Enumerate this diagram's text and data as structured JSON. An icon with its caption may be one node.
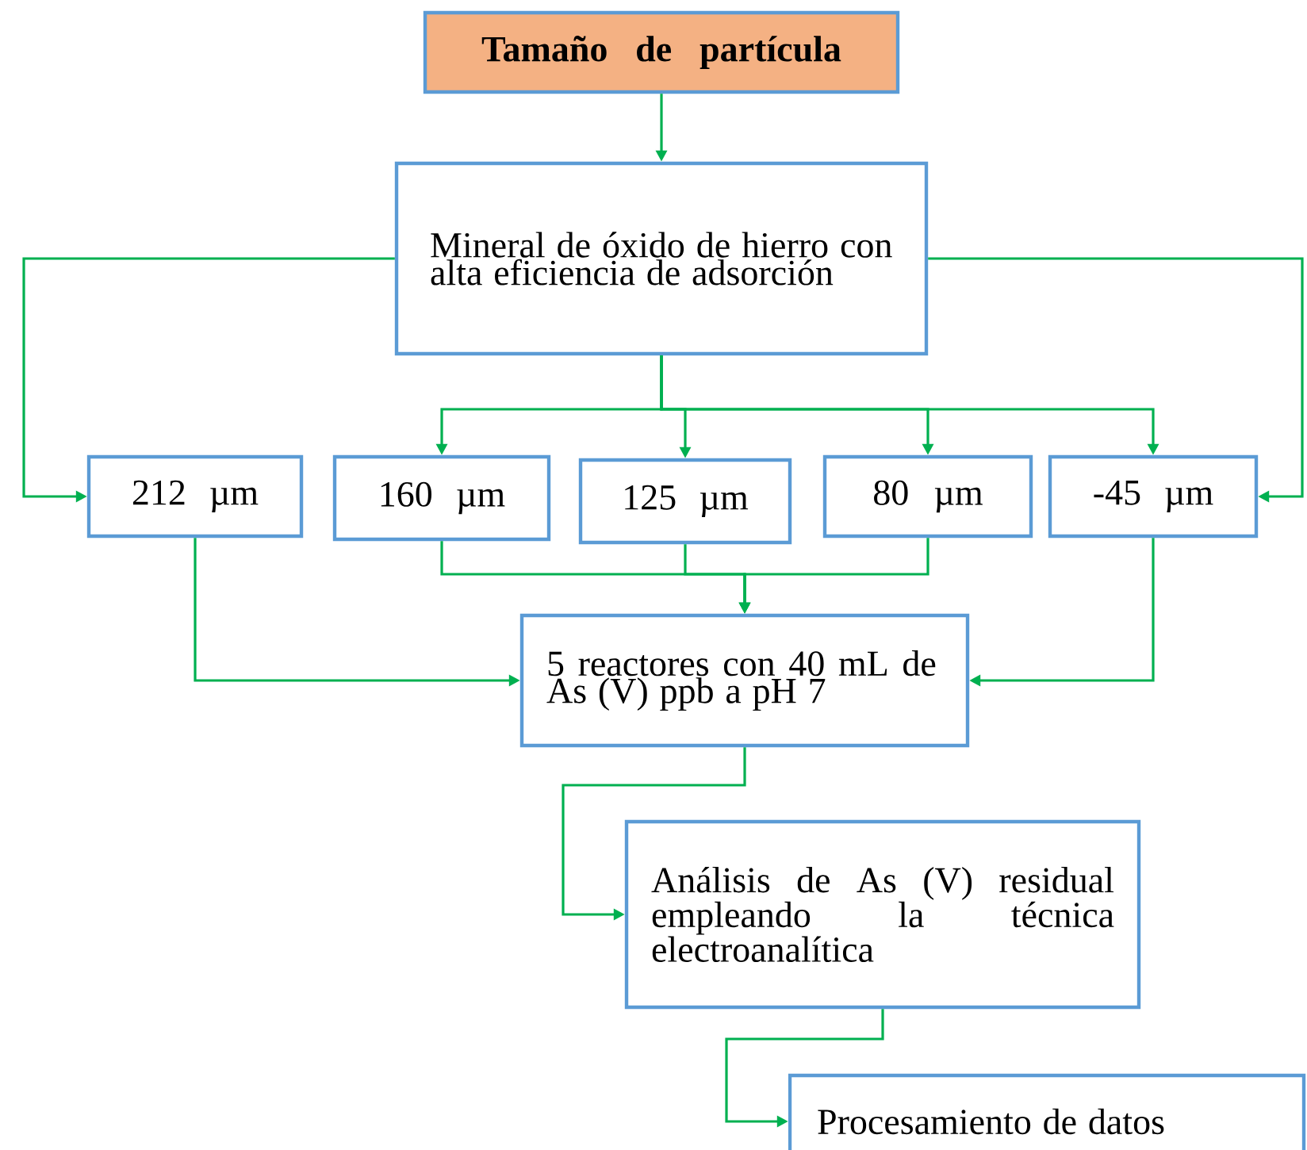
{
  "diagram": {
    "nodes": [
      {
        "text": [
          "Tamaño de partícula"
        ]
      },
      {
        "text": [
          "Mineral de óxido de hierro con alta eficiencia de adsorción"
        ]
      },
      {
        "text": [
          "212 µm"
        ]
      },
      {
        "text": [
          "160 µm"
        ]
      },
      {
        "text": [
          "125 µm"
        ]
      },
      {
        "text": [
          "80 µm"
        ]
      },
      {
        "text": [
          "-45 µm"
        ]
      },
      {
        "text": [
          "5 reactores con 40 mL de As (V) ppb a pH 7"
        ]
      },
      {
        "text": [
          "Análisis de As (V) residual empleando la técnica electroanalítica"
        ]
      },
      {
        "text": [
          "Procesamiento de datos"
        ]
      }
    ],
    "edges": [
      {
        "from": 0,
        "to": 1,
        "arrow": "to"
      },
      {
        "from": 1,
        "to": 2,
        "arrow": "to"
      },
      {
        "from": 1,
        "to": 3,
        "arrow": "to"
      },
      {
        "from": 1,
        "to": 4,
        "arrow": "to"
      },
      {
        "from": 1,
        "to": 5,
        "arrow": "to"
      },
      {
        "from": 1,
        "to": 6,
        "arrow": "to"
      },
      {
        "from": 1,
        "to": 6,
        "arrow": "to"
      },
      {
        "from": 3,
        "to": 7,
        "arrow": "to"
      },
      {
        "from": 4,
        "to": 7,
        "arrow": "to"
      },
      {
        "from": 5,
        "to": 7,
        "arrow": "to"
      },
      {
        "from": 2,
        "to": 7,
        "arrow": "to"
      },
      {
        "from": 6,
        "to": 7,
        "arrow": "to"
      },
      {
        "from": 7,
        "to": 8,
        "arrow": "to"
      },
      {
        "from": 8,
        "to": 9,
        "arrow": "to"
      }
    ]
  }
}
